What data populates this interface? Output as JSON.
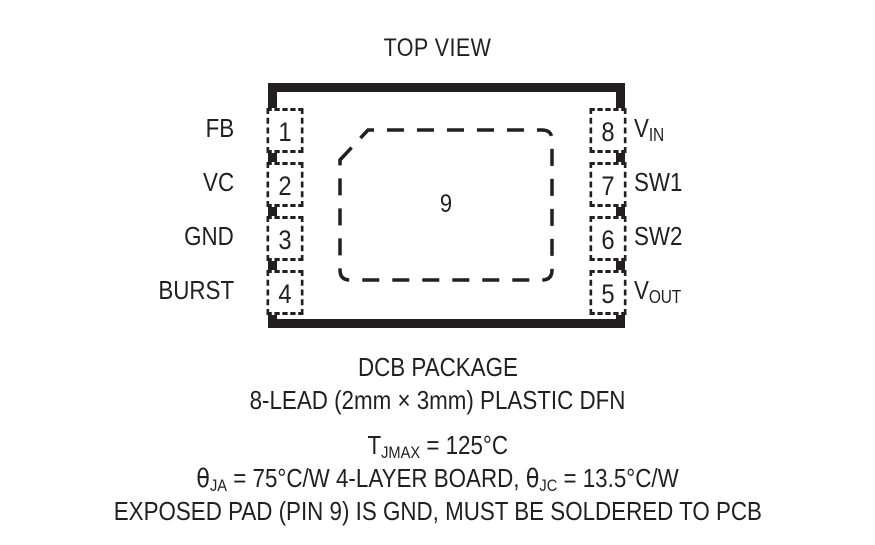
{
  "diagram": {
    "title": "TOP VIEW",
    "center_pad": {
      "pin_number": "9",
      "icon": "dashed-rounded-rect-exposed-pad"
    },
    "left_pins": [
      {
        "number": "1",
        "label": "FB"
      },
      {
        "number": "2",
        "label": "VC"
      },
      {
        "number": "3",
        "label": "GND"
      },
      {
        "number": "4",
        "label": "BURST"
      }
    ],
    "right_pins": [
      {
        "number": "8",
        "label_main": "V",
        "label_sub": "IN"
      },
      {
        "number": "7",
        "label_main": "SW1",
        "label_sub": ""
      },
      {
        "number": "6",
        "label_main": "SW2",
        "label_sub": ""
      },
      {
        "number": "5",
        "label_main": "V",
        "label_sub": "OUT"
      }
    ]
  },
  "caption": {
    "package_name": "DCB PACKAGE",
    "lead_info": "8-LEAD (2mm × 3mm) PLASTIC DFN",
    "tjmax_symbol": "T",
    "tjmax_sub": "JMAX",
    "tjmax_value": " = 125°C",
    "theta_ja_symbol": "θ",
    "theta_ja_sub": "JA",
    "theta_ja_value": " = 75°C/W 4-LAYER BOARD, ",
    "theta_jc_symbol": "θ",
    "theta_jc_sub": "JC",
    "theta_jc_value": " = 13.5°C/W",
    "exposed_pad_note": "EXPOSED PAD (PIN 9) IS GND, MUST BE SOLDERED TO PCB"
  },
  "colors": {
    "ink": "#231f20",
    "background": "#ffffff"
  }
}
